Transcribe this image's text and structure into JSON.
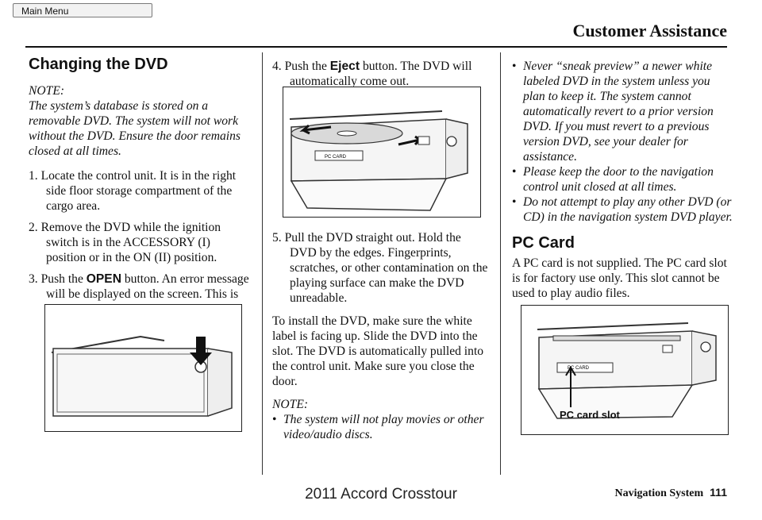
{
  "nav": {
    "main_menu": "Main Menu"
  },
  "header": {
    "title": "Customer Assistance"
  },
  "col1": {
    "heading": "Changing the DVD",
    "note_label": "NOTE:",
    "note_text": "The system’s database is stored on a removable DVD. The system will not work without the DVD. Ensure the door remains closed at all times.",
    "step1": "1. Locate the control unit. It is in the right side floor storage compartment of the cargo area.",
    "step2": "2. Remove the DVD while the ignition switch is in the ACCESSORY (I) position or in the ON (II) position.",
    "step3_pre": "3. Push the ",
    "step3_button": "OPEN",
    "step3_post": " button. An error message will be displayed on the screen. This is normal."
  },
  "col2": {
    "step4_pre": "4. Push the ",
    "step4_button": "Eject",
    "step4_post": " button. The DVD will automatically come out.",
    "step5": "5. Pull the DVD straight out. Hold the DVD by the edges. Fingerprints, scratches, or other contamination on the playing surface can make the DVD unreadable.",
    "install": "To install the DVD, make sure the white label is facing up. Slide the DVD into the slot. The DVD is automatically pulled into the control unit. Make sure you close the door.",
    "note_label": "NOTE:",
    "note_bullet": "The system will not play movies or other video/audio discs."
  },
  "col3": {
    "bullets": [
      "Never “sneak preview” a newer white labeled DVD in the system unless you plan to keep it. The system cannot automatically revert to a prior version DVD. If you must revert to a previous version DVD, see your dealer for assistance.",
      "Please keep the door to the navigation control unit closed at all times.",
      "Do not attempt to play any other DVD (or CD) in the navigation system DVD player."
    ],
    "pc_heading": "PC Card",
    "pc_text": "A PC card is not supplied. The PC card slot is for factory use only. This slot cannot be used to play audio files.",
    "fig_label": "PC card slot",
    "fig_card_text": "PC CARD"
  },
  "figure2": {
    "card_text": "PC CARD"
  },
  "footer": {
    "model": "2011 Accord Crosstour",
    "section": "Navigation System",
    "page": "111"
  }
}
